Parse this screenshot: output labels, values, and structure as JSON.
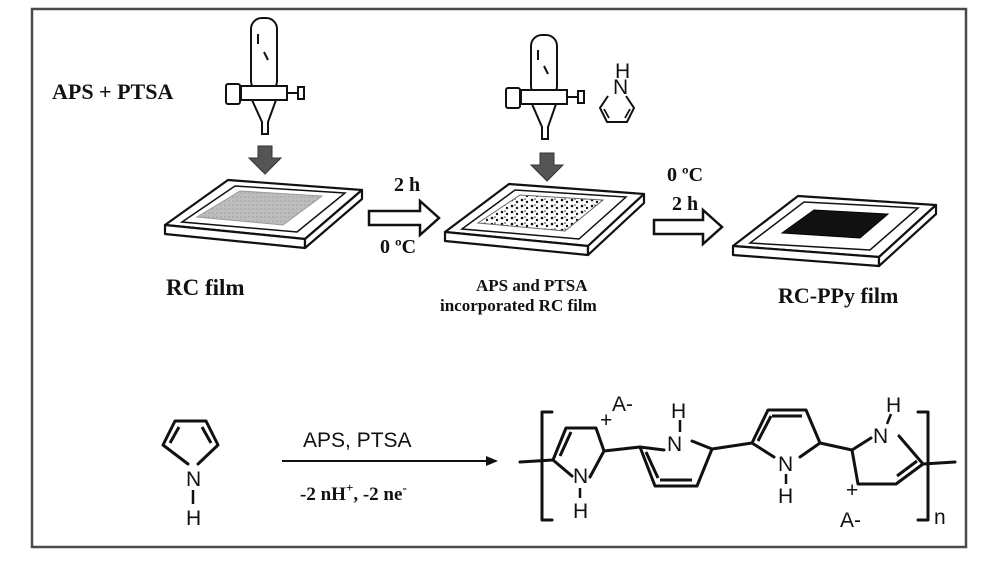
{
  "reagent_label": "APS + PTSA",
  "step1": {
    "top": "2 h",
    "bottom": "0 ºC"
  },
  "step2": {
    "top": "0 ºC",
    "bottom": "2 h"
  },
  "films": {
    "rc": "RC film",
    "incorporated_line1": "APS and PTSA",
    "incorporated_line2": "incorporated RC film",
    "rc_ppy": "RC-PPy  film"
  },
  "reaction": {
    "conditions_top": "APS, PTSA",
    "conditions_bottom_prefix": "-2 nH",
    "conditions_bottom_sup1": "+",
    "conditions_bottom_mid": ",  -2 ne",
    "conditions_bottom_sup2": "-"
  },
  "atoms": {
    "n": "N",
    "h": "H",
    "anion": "A-",
    "plus": "+",
    "subscript": "n"
  }
}
